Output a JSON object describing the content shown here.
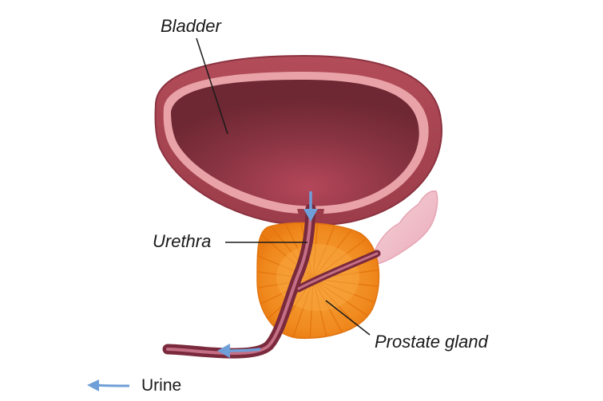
{
  "labels": {
    "bladder": "Bladder",
    "urethra": "Urethra",
    "prostate": "Prostate gland"
  },
  "legend": {
    "urine_label": "Urine",
    "icon": "arrow-left-icon"
  },
  "colors": {
    "bladder_outer": "#a4434f",
    "bladder_lining": "#e8a2a6",
    "bladder_inner": "#7a2e3a",
    "prostate": "#f08a1e",
    "urethra": "#7a2a3c",
    "urine_arrow": "#6f9fd8",
    "seminal_vesicle": "#f1c3cc"
  }
}
